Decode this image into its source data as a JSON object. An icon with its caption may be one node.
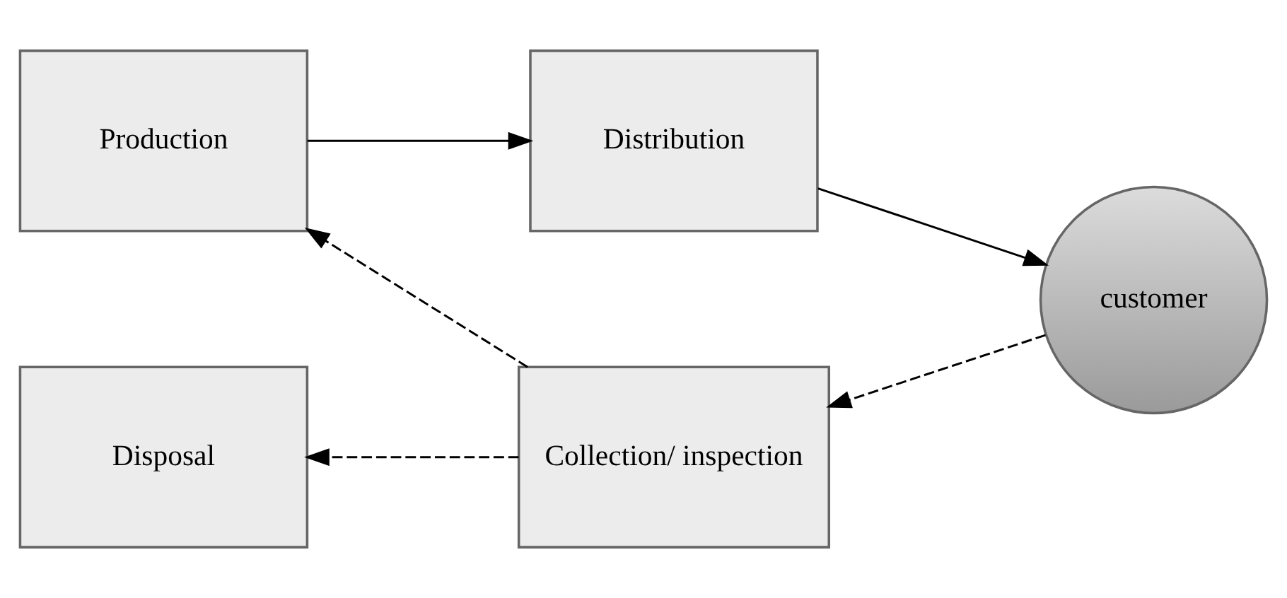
{
  "diagram": {
    "nodes": [
      {
        "text": [
          "Production"
        ]
      },
      {
        "text": [
          "Distribution"
        ]
      },
      {
        "text": [
          "customer"
        ]
      },
      {
        "text": [
          "Disposal"
        ]
      },
      {
        "text": [
          "Collection/ inspection"
        ]
      }
    ],
    "edges": [
      {
        "from": 0,
        "to": 1,
        "arrow": "to"
      },
      {
        "from": 1,
        "to": 2,
        "arrow": "to"
      },
      {
        "from": 2,
        "to": 4,
        "arrow": "to",
        "style": "dashed"
      },
      {
        "from": 4,
        "to": 3,
        "arrow": "to",
        "style": "dashed"
      },
      {
        "from": 4,
        "to": 0,
        "arrow": "to",
        "style": "dashed"
      }
    ]
  }
}
